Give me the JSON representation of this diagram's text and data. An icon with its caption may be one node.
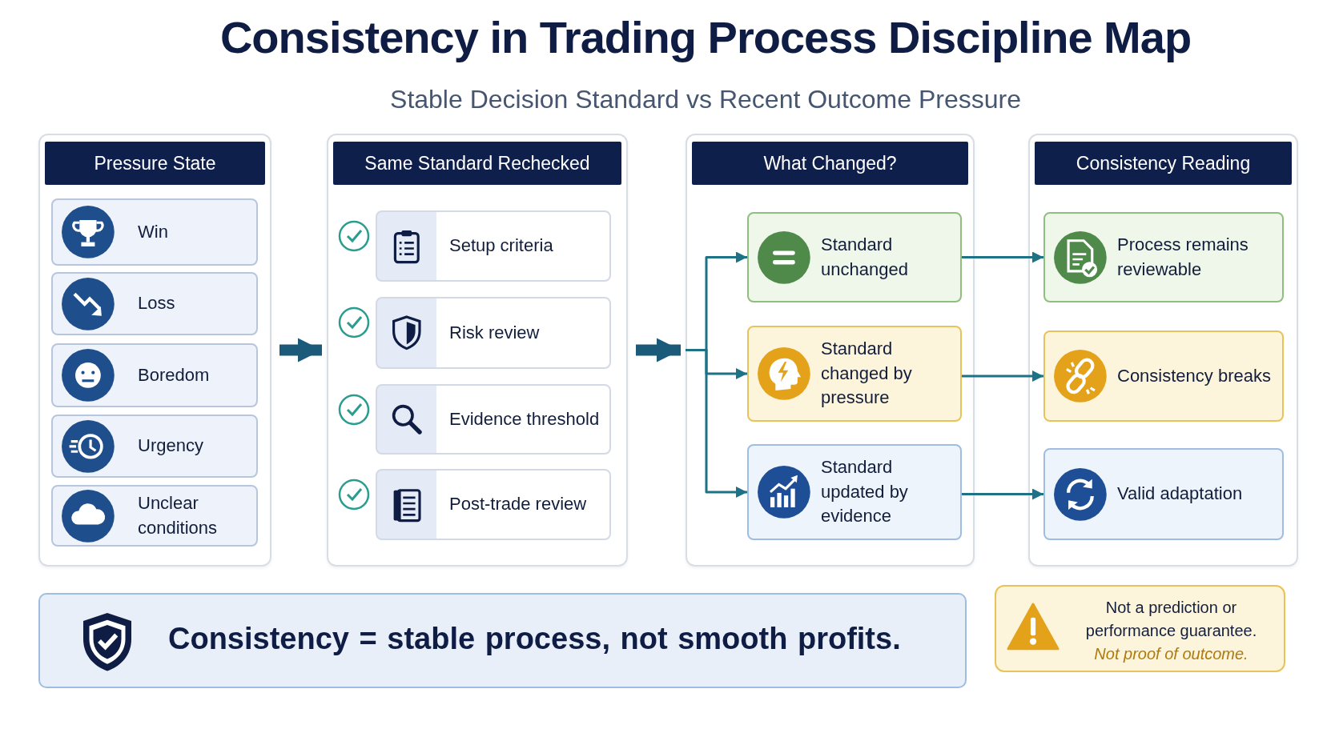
{
  "diagram": {
    "title": "Consistency in Trading Process Discipline Map",
    "caption": "Stable Decision Standard vs Recent Outcome Pressure",
    "nodes": [
      {
        "text": [
          "Pressure State"
        ]
      },
      {
        "text": [
          "Win"
        ],
        "in": 0
      },
      {
        "text": [
          "Loss"
        ],
        "in": 0
      },
      {
        "text": [
          "Boredom"
        ],
        "in": 0
      },
      {
        "text": [
          "Urgency"
        ],
        "in": 0
      },
      {
        "text": [
          "Unclear conditions"
        ],
        "in": 0
      },
      {
        "text": [
          "Same Standard Rechecked"
        ]
      },
      {
        "text": [
          "Setup criteria"
        ],
        "in": 6
      },
      {
        "text": [
          "Risk review"
        ],
        "in": 6
      },
      {
        "text": [
          "Evidence threshold"
        ],
        "in": 6
      },
      {
        "text": [
          "Post-trade review"
        ],
        "in": 6
      },
      {
        "text": [
          "What Changed?"
        ]
      },
      {
        "text": [
          "Standard unchanged"
        ],
        "in": 11
      },
      {
        "text": [
          "Standard changed by pressure"
        ],
        "in": 11
      },
      {
        "text": [
          "Standard updated by evidence"
        ],
        "in": 11
      },
      {
        "text": [
          "Consistency Reading"
        ]
      },
      {
        "text": [
          "Process remains reviewable"
        ],
        "in": 15
      },
      {
        "text": [
          "Consistency breaks"
        ],
        "in": 15
      },
      {
        "text": [
          "Valid adaptation"
        ],
        "in": 15
      },
      {
        "text": [
          "Consistency = stable process, not smooth profits."
        ]
      },
      {
        "text": [
          "Not a prediction or performance guarantee.",
          "Not proof of outcome."
        ]
      }
    ],
    "edges": [
      {
        "from": 0,
        "to": 6,
        "arrow": "to",
        "style": "thick"
      },
      {
        "from": 6,
        "to": 11,
        "arrow": "to",
        "style": "thick"
      },
      {
        "from": 11,
        "to": 12,
        "arrow": "to"
      },
      {
        "from": 11,
        "to": 13,
        "arrow": "to"
      },
      {
        "from": 11,
        "to": 14,
        "arrow": "to"
      },
      {
        "from": 12,
        "to": 16,
        "arrow": "to"
      },
      {
        "from": 13,
        "to": 17,
        "arrow": "to"
      },
      {
        "from": 14,
        "to": 18,
        "arrow": "to"
      }
    ]
  }
}
